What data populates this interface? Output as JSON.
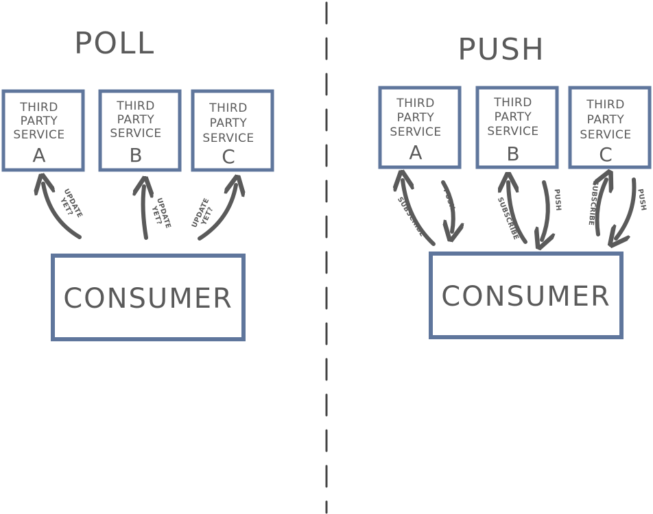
{
  "colors": {
    "box_stroke": "#5f769c",
    "ink": "#5a5a5a",
    "divider": "#444444",
    "background": "#ffffff"
  },
  "poll": {
    "title": "POLL",
    "services": [
      {
        "line1": "THIRD",
        "line2": "PARTY",
        "line3": "SERVICE",
        "letter": "A",
        "arrow_label_1": "UPDATE",
        "arrow_label_2": "YET?"
      },
      {
        "line1": "THIRD",
        "line2": "PARTY",
        "line3": "SERVICE",
        "letter": "B",
        "arrow_label_1": "UPDATE",
        "arrow_label_2": "YET?"
      },
      {
        "line1": "THIRD",
        "line2": "PARTY",
        "line3": "SERVICE",
        "letter": "C",
        "arrow_label_1": "UPDATE",
        "arrow_label_2": "YET?"
      }
    ],
    "consumer": "CONSUMER"
  },
  "push": {
    "title": "PUSH",
    "services": [
      {
        "line1": "THIRD",
        "line2": "PARTY",
        "line3": "SERVICE",
        "letter": "A",
        "subscribe": "SUBSCRIBE",
        "push": "PUSH"
      },
      {
        "line1": "THIRD",
        "line2": "PARTY",
        "line3": "SERVICE",
        "letter": "B",
        "subscribe": "SUBSCRIBE",
        "push": "PUSH"
      },
      {
        "line1": "THIRD",
        "line2": "PARTY",
        "line3": "SERVICE",
        "letter": "C",
        "subscribe": "SUBSCRIBE",
        "push": "PUSH"
      }
    ],
    "consumer": "CONSUMER"
  }
}
